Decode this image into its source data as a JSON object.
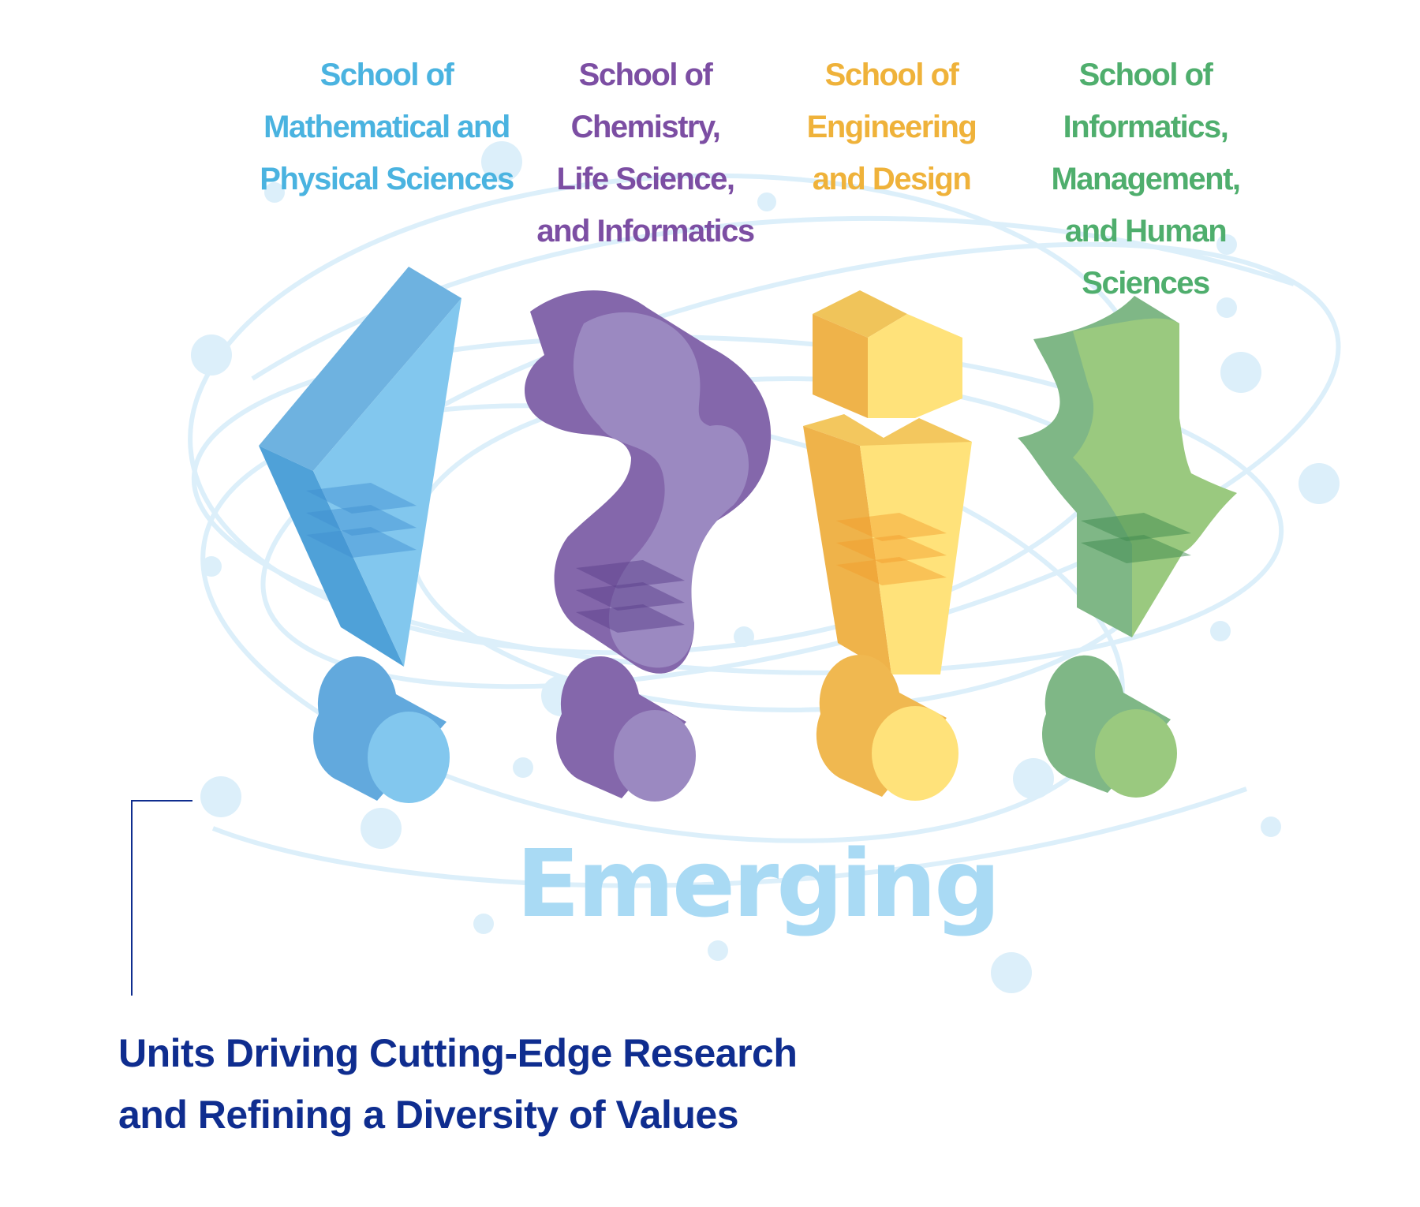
{
  "colors": {
    "blue": "#4ab3e0",
    "purple": "#7c4ea3",
    "yellow": "#efb23a",
    "green": "#4fae6d",
    "orbit": "#dceffa",
    "emerging": "#a9daf4",
    "navy": "#0f2d8f"
  },
  "schools": [
    {
      "label": "School of\nMathematical and\nPhysical Sciences",
      "color": "#4ab3e0",
      "icon": "diamond-shard-icon"
    },
    {
      "label": "School of\nChemistry,\nLife Science,\nand Informatics",
      "color": "#7c4ea3",
      "icon": "curved-blob-icon"
    },
    {
      "label": "School of\nEngineering\nand Design",
      "color": "#efb23a",
      "icon": "hexagon-pillar-icon"
    },
    {
      "label": "School of\nInformatics,\nManagement,\nand Human Sciences",
      "color": "#4fae6d",
      "icon": "star-leaf-icon"
    }
  ],
  "emerging_word": "Emerging",
  "tagline": "Units Driving Cutting-Edge Research\nand Refining a Diversity of Values"
}
